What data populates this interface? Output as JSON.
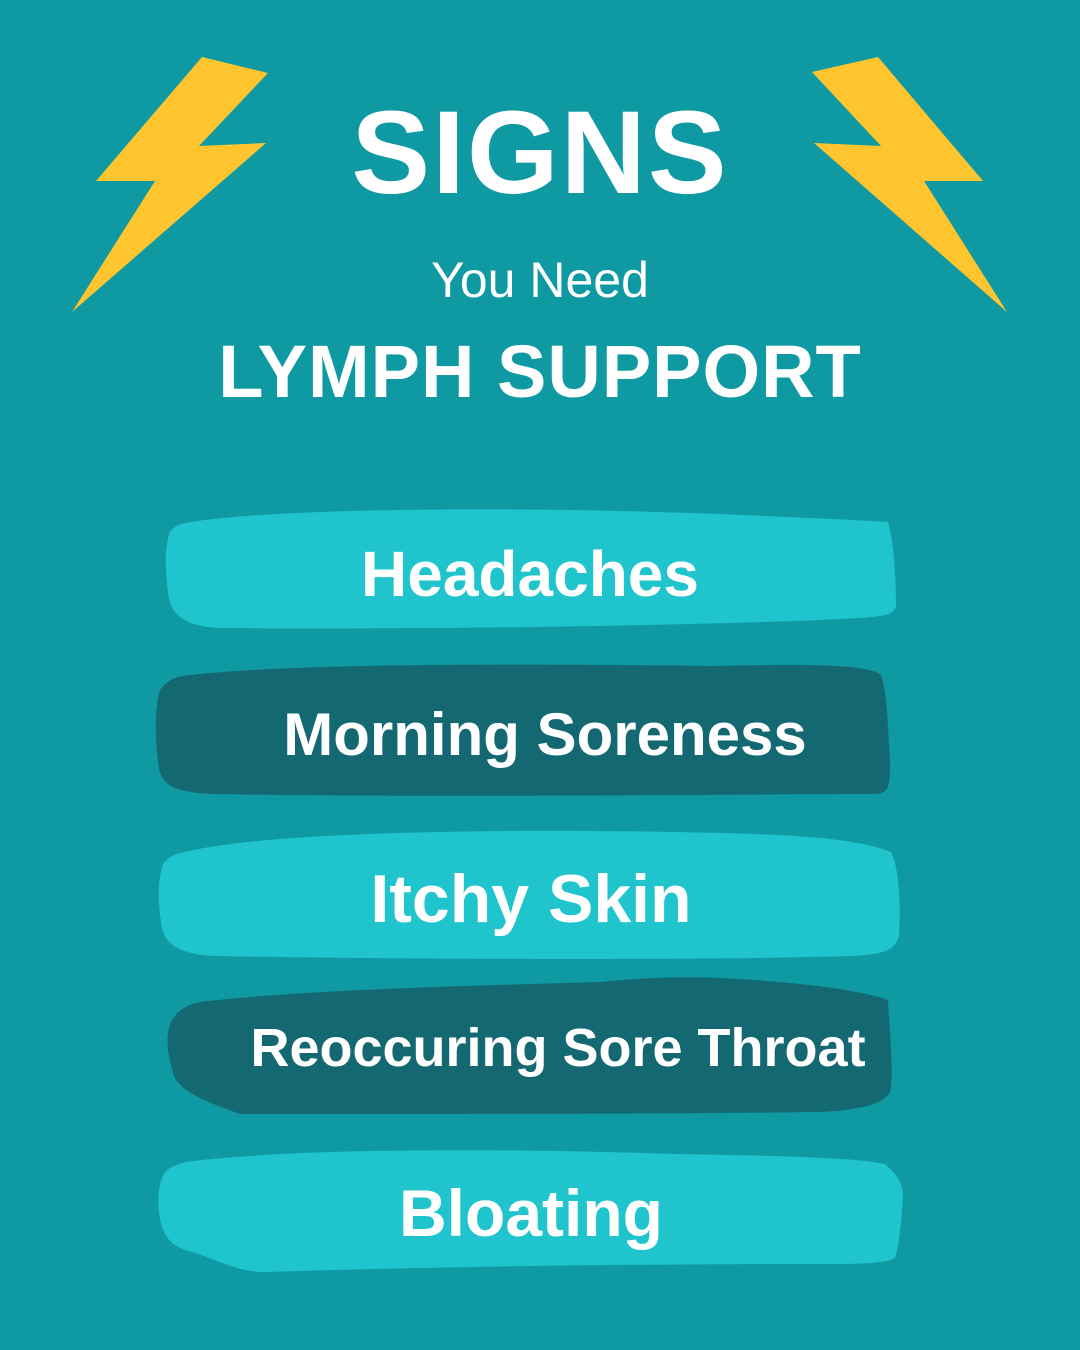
{
  "header": {
    "title": "SIGNS",
    "subtitle": "You Need",
    "headline": "LYMPH SUPPORT"
  },
  "colors": {
    "background": "#0f9aa3",
    "pill_light": "#20c4cc",
    "pill_dark": "#136872",
    "bolt": "#ffc52f",
    "text": "#ffffff"
  },
  "icons": {
    "left": "lightning-bolt-icon",
    "right": "lightning-bolt-icon"
  },
  "signs": [
    {
      "label": "Headaches",
      "style": "light"
    },
    {
      "label": "Morning Soreness",
      "style": "dark"
    },
    {
      "label": "Itchy Skin",
      "style": "light"
    },
    {
      "label": "Reoccuring Sore Throat",
      "style": "dark"
    },
    {
      "label": "Bloating",
      "style": "light"
    }
  ]
}
